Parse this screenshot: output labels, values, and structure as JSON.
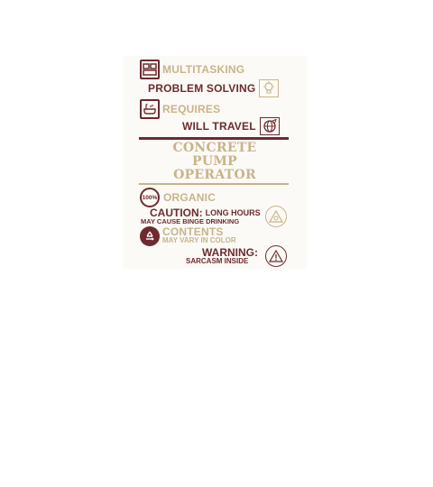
{
  "colors": {
    "maroon": "#6e2a2e",
    "gold": "#c8b48a"
  },
  "lines": {
    "multitasking": "MULTITASKING",
    "problem_solving": "PROBLEM SOLVING",
    "requires": "REQUIRES",
    "will_travel": "WILL TRAVEL"
  },
  "title": [
    "CONCRETE",
    "PUMP",
    "OPERATOR"
  ],
  "badge_100": "100%",
  "organic": "ORGANIC",
  "caution": {
    "label": "CAUTION:",
    "rest": "LONG HOURS",
    "line2": "MAY CAUSE BINGE DRINKING"
  },
  "contents": {
    "line1": "CONTENTS",
    "line2": "MAY VARY IN COLOR"
  },
  "warning": {
    "line1": "WARNING:",
    "line2": "SARCASM INSIDE"
  },
  "icons": [
    "window-grid-icon",
    "lightbulb-icon",
    "bathtub-icon",
    "globe-icon",
    "hundred-percent-badge-icon",
    "hazard-triangle-icon",
    "recycle-icon",
    "warning-triangle-icon"
  ]
}
